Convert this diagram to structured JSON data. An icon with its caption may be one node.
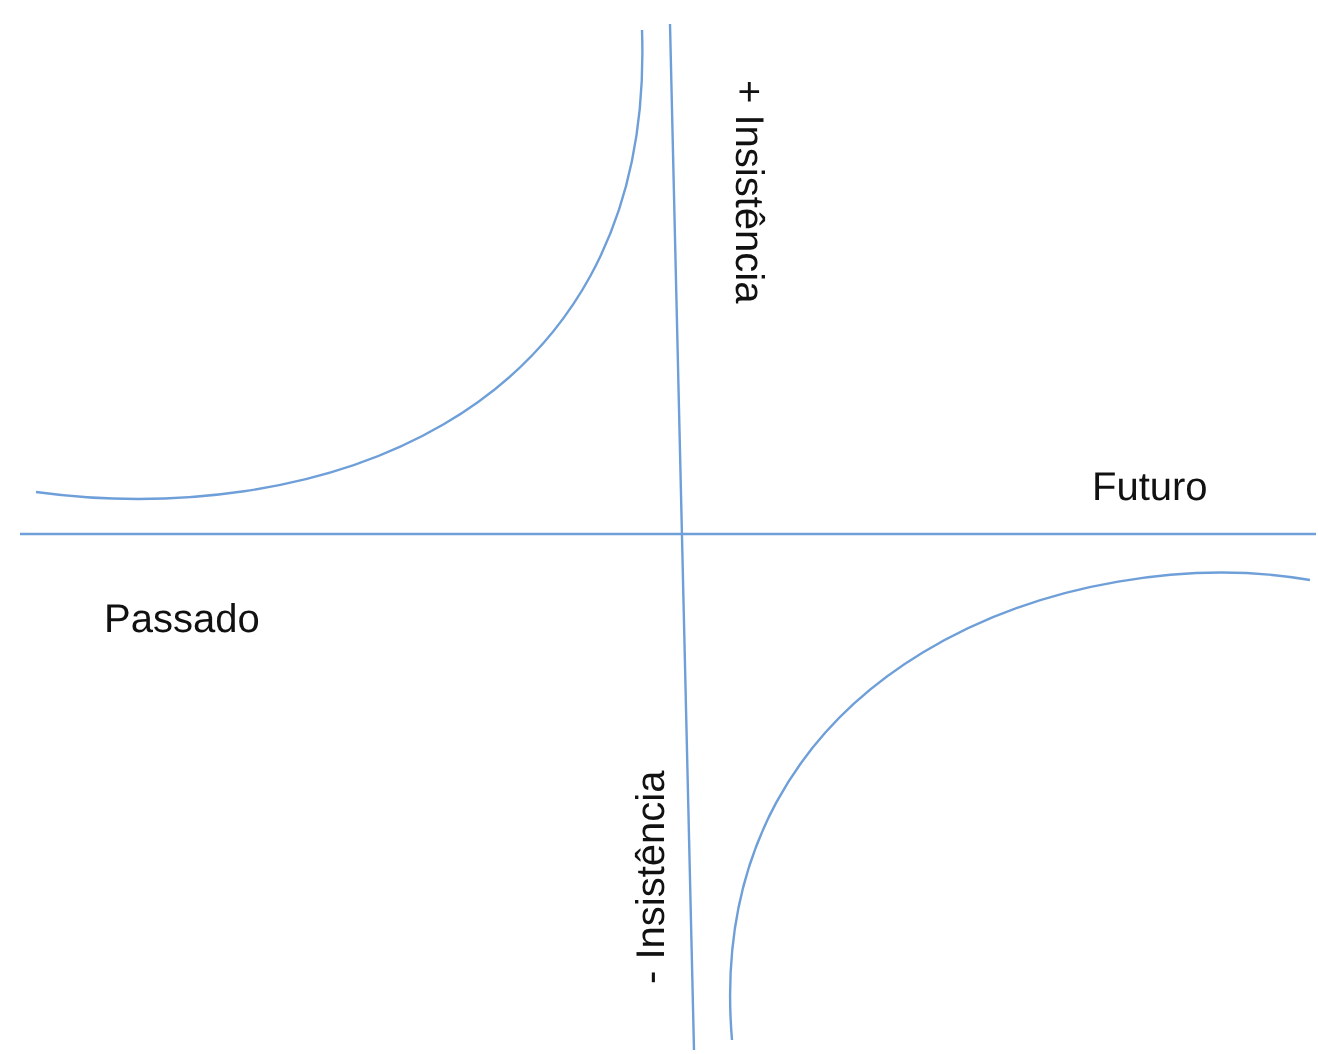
{
  "diagram": {
    "labels": [
      "+ Insistência",
      "Futuro",
      "Passado",
      "- Insistência"
    ]
  }
}
